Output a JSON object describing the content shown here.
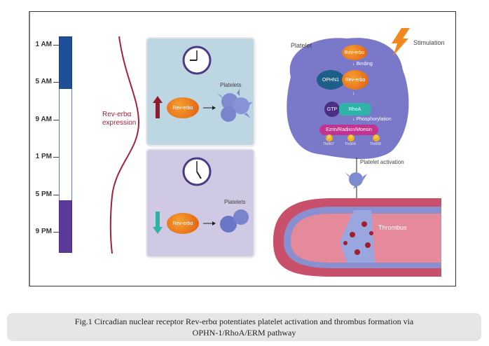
{
  "timeline": {
    "ticks": [
      "1 AM",
      "5 AM",
      "9 AM",
      "1 PM",
      "5 PM",
      "9 PM"
    ],
    "expression_label_line1": "Rev-erbα",
    "expression_label_line2": "expression",
    "colors": {
      "night_early": "#1f4f96",
      "day": "#ffffff",
      "night_late": "#5b3a9a",
      "curve": "#a3223a"
    }
  },
  "panel_high": {
    "clock_time": "9:00",
    "trend": "up",
    "protein_label": "Rev-erbα",
    "platelets_label": "Platelets",
    "bg_color": "#bcd6e2"
  },
  "panel_low": {
    "clock_time": "5:00",
    "trend": "down",
    "protein_label": "Rev-erbα",
    "platelets_label": "Platelets",
    "bg_color": "#cfc9e3"
  },
  "pathway": {
    "cell_label": "Platelet",
    "stimulation_label": "Stimulation",
    "rev_erb_label": "Rev-erbα",
    "binding_label": "Binding",
    "ophn1_label": "OPHN1",
    "rev_erb_bound_label": "Rev-erbα",
    "gtp_label": "GTP",
    "rhoa_label": "RhoA",
    "phosphorylation_label": "Phosphorylation",
    "erm_label": "Ezrin/Radixin/Moesin",
    "phospho_symbol": "P",
    "sites": [
      "Thr567",
      "Thr564",
      "Thr558"
    ],
    "activation_label": "Platelet activation",
    "thrombus_label": "Thrombus"
  },
  "caption": {
    "line1": "Fig.1 Circadian nuclear receptor Rev-erbα potentiates platelet activation and thrombus formation via",
    "line2": "OPHN-1/RhoA/ERM pathway"
  }
}
